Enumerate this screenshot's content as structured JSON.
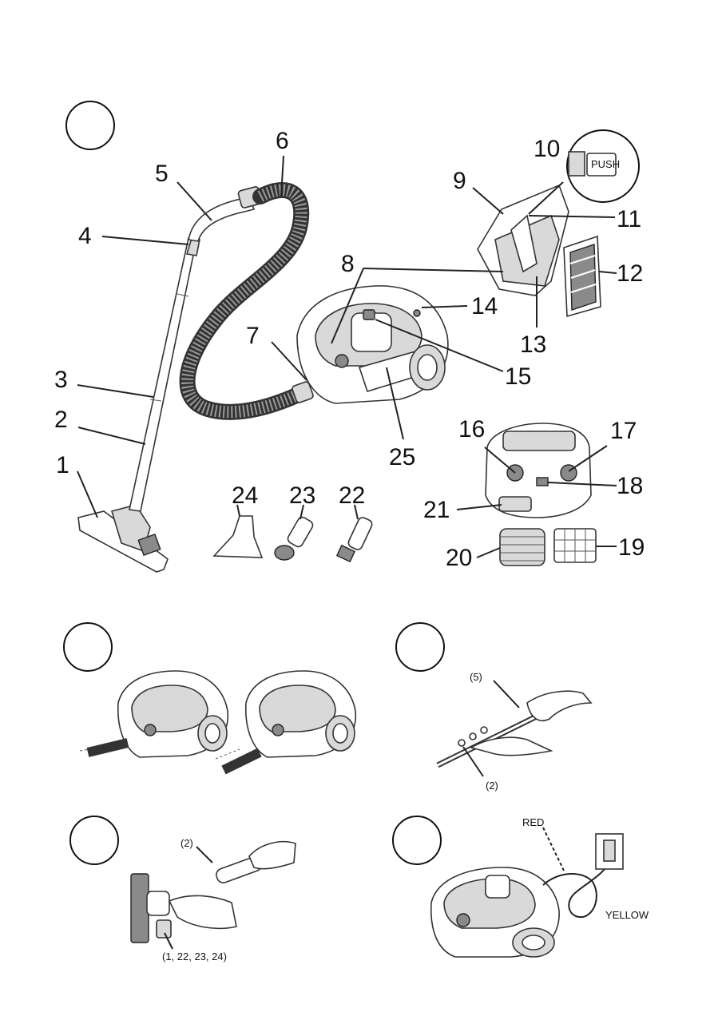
{
  "figure1": {
    "part_labels": {
      "p1": "1",
      "p2": "2",
      "p3": "3",
      "p4": "4",
      "p5": "5",
      "p6": "6",
      "p7": "7",
      "p8": "8",
      "p9": "9",
      "p10": "10",
      "p11": "11",
      "p12": "12",
      "p13": "13",
      "p14": "14",
      "p15": "15",
      "p16": "16",
      "p17": "17",
      "p18": "18",
      "p19": "19",
      "p20": "20",
      "p21": "21",
      "p22": "22",
      "p23": "23",
      "p24": "24",
      "p25": "25"
    },
    "latch_text": "PUSH"
  },
  "figure3": {
    "label_top": "(5)",
    "label_bottom": "(2)"
  },
  "figure4": {
    "label_top": "(2)",
    "label_bottom": "(1, 22, 23, 24)"
  },
  "figure5": {
    "wire_red": "RED",
    "wire_yellow": "YELLOW"
  }
}
